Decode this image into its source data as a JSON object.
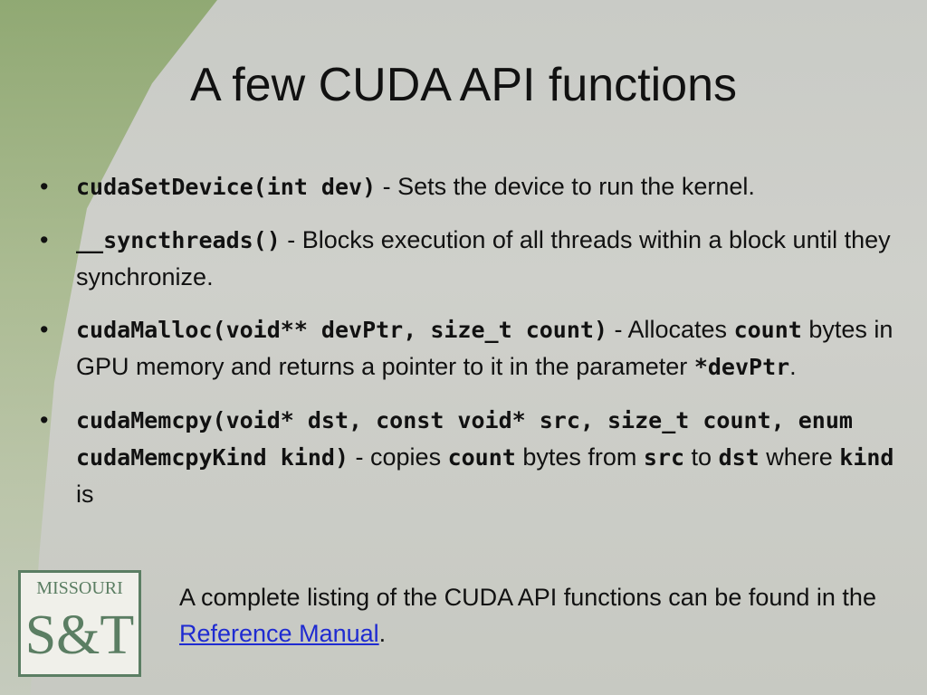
{
  "title": "A few CUDA API functions",
  "bullets": [
    {
      "code": "cudaSetDevice(int dev)",
      "text": " - Sets the device to run the kernel."
    },
    {
      "code": "__syncthreads()",
      "text": " - Blocks execution of all threads within a block until they synchronize."
    },
    {
      "code": "cudaMalloc(void** devPtr, size_t count)",
      "text1": " - Allocates ",
      "code2": "count",
      "text2": " bytes in GPU memory and returns a pointer to it in the parameter ",
      "code3": "*devPtr",
      "text3": "."
    },
    {
      "code": "cudaMemcpy(void* dst, const void* src, size_t count, enum cudaMemcpyKind kind)",
      "text1": " - copies ",
      "code2": "count",
      "text2": " bytes from ",
      "code3": "src",
      "text3": " to ",
      "code4": "dst",
      "text4": "  where ",
      "code5": "kind",
      "text5": " is"
    }
  ],
  "footer": {
    "prefix": "A complete listing of the CUDA API functions can be found in the ",
    "link": "Reference Manual",
    "suffix": "."
  },
  "logo": {
    "top": "MISSOURI",
    "mark": "S&T"
  }
}
